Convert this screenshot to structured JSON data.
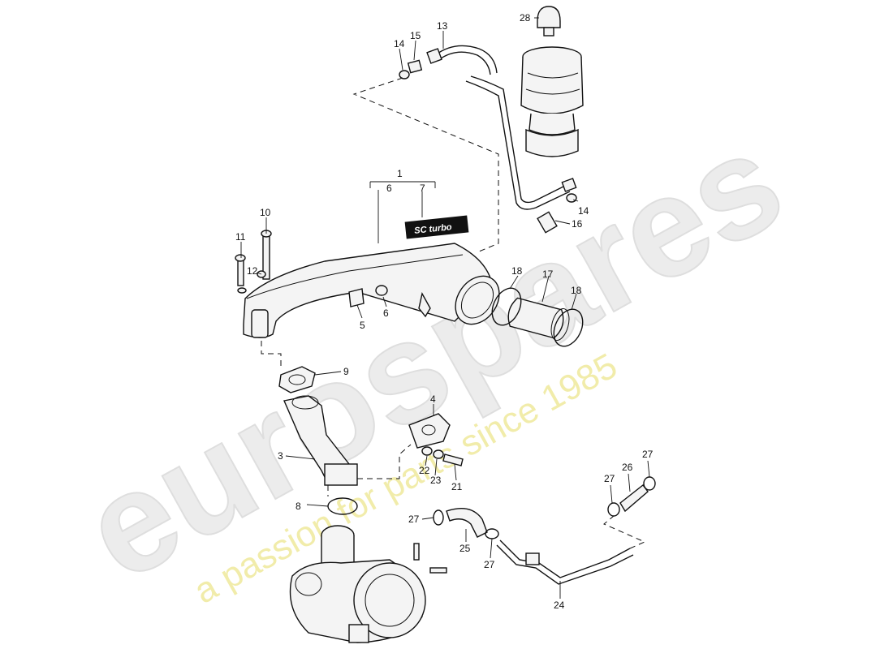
{
  "watermark": {
    "brand": "eurospares",
    "tagline": "a passion for parts since 1985"
  },
  "badge_text": "SC turbo",
  "callouts": {
    "p1": "1",
    "p3": "3",
    "p4": "4",
    "p5": "5",
    "p6a": "6",
    "p6b": "6",
    "p7": "7",
    "p8": "8",
    "p9": "9",
    "p10": "10",
    "p11": "11",
    "p12": "12",
    "p13": "13",
    "p14a": "14",
    "p14b": "14",
    "p15": "15",
    "p16": "16",
    "p17": "17",
    "p18a": "18",
    "p18b": "18",
    "p21": "21",
    "p22": "22",
    "p23": "23",
    "p24": "24",
    "p25": "25",
    "p26": "26",
    "p27a": "27",
    "p27b": "27",
    "p27c": "27",
    "p27d": "27",
    "p28": "28"
  }
}
